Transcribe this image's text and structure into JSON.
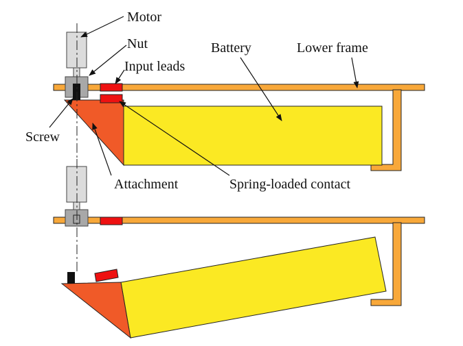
{
  "labels": {
    "motor": "Motor",
    "nut": "Nut",
    "input_leads": "Input leads",
    "battery": "Battery",
    "lower_frame": "Lower frame",
    "screw": "Screw",
    "attachment": "Attachment",
    "spring_contact": "Spring-loaded contact"
  },
  "colors": {
    "frame": "#f8a83a",
    "battery": "#fbe923",
    "attachment": "#f05a28",
    "contact": "#ee1111",
    "motor": "#dcdcdc",
    "nut": "#a8a8a8",
    "screw": "#111111",
    "outline": "#222222"
  },
  "states": [
    "docked",
    "released"
  ]
}
